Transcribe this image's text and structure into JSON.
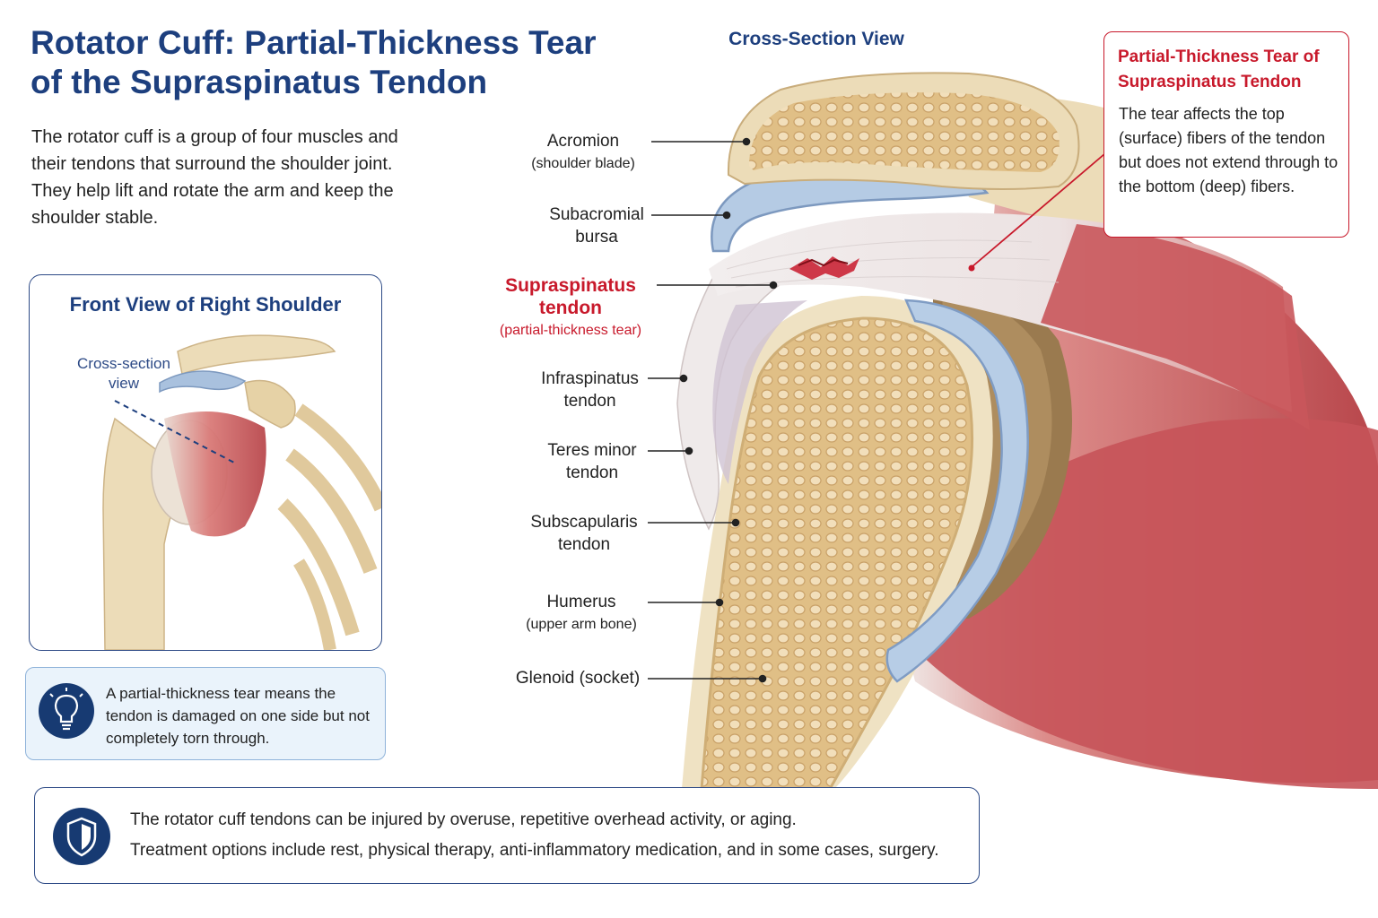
{
  "title": "Rotator Cuff: Partial-Thickness Tear of the Supraspinatus Tendon",
  "intro": "The rotator cuff is a group of four muscles and their tendons that surround the shoulder joint. They help lift and rotate the arm and keep the shoulder stable.",
  "front_view": {
    "title": "Front View of Right Shoulder",
    "cross_section_label": "Cross-section view"
  },
  "tip": {
    "icon": "lightbulb-icon",
    "text": "A partial-thickness tear means the tendon is damaged on one side but not completely torn through."
  },
  "cross_section": {
    "title": "Cross-Section View",
    "labels": {
      "acromion": {
        "name": "Acromion",
        "sub": "(shoulder blade)"
      },
      "bursa": {
        "name": "Subacromial bursa"
      },
      "supraspinatus": {
        "name": "Supraspinatus tendon",
        "sub": "(partial-thickness tear)"
      },
      "infraspinatus": {
        "name": "Infraspinatus tendon"
      },
      "teres_minor": {
        "name": "Teres minor tendon"
      },
      "subscapularis": {
        "name": "Subscapularis tendon"
      },
      "humerus": {
        "name": "Humerus",
        "sub": "(upper arm bone)"
      },
      "glenoid": {
        "name": "Glenoid (socket)"
      }
    }
  },
  "callout": {
    "title": "Partial-Thickness Tear of Supraspinatus Tendon",
    "text": "The tear affects the top (surface) fibers of the tendon but does not extend through to the bottom (deep) fibers."
  },
  "bottom": {
    "icon": "shield-icon",
    "line1": "The rotator cuff tendons can be injured by overuse, repetitive overhead activity, or aging.",
    "line2": "Treatment options include rest, physical therapy, anti-inflammatory medication, and in some cases, surgery."
  },
  "colors": {
    "navy": "#1d3f7e",
    "red": "#c8192b",
    "bone": "#ead8b0",
    "muscle": "#c8545a",
    "cartilage": "#b9cfe6"
  }
}
